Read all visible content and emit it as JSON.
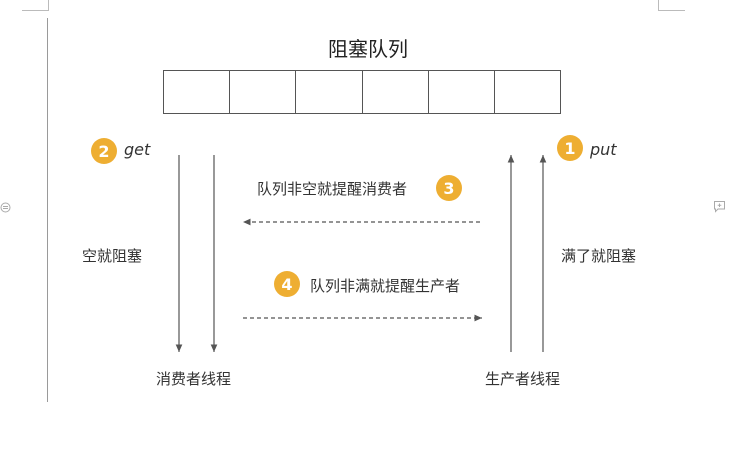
{
  "diagram": {
    "title": "阻塞队列",
    "queue_slots": 6,
    "consumer": {
      "step": "2",
      "operation": "get",
      "block_label": "空就阻塞",
      "thread_label": "消费者线程"
    },
    "producer": {
      "step": "1",
      "operation": "put",
      "block_label": "满了就阻塞",
      "thread_label": "生产者线程"
    },
    "notify_consumer": {
      "step": "3",
      "label": "队列非空就提醒消费者"
    },
    "notify_producer": {
      "step": "4",
      "label": "队列非满就提醒生产者"
    }
  },
  "colors": {
    "badge": "#eeae32",
    "line": "#555555",
    "text": "#333333"
  },
  "icons": {
    "left_edge": "collapse-circle-icon",
    "right_edge": "comment-icon"
  }
}
